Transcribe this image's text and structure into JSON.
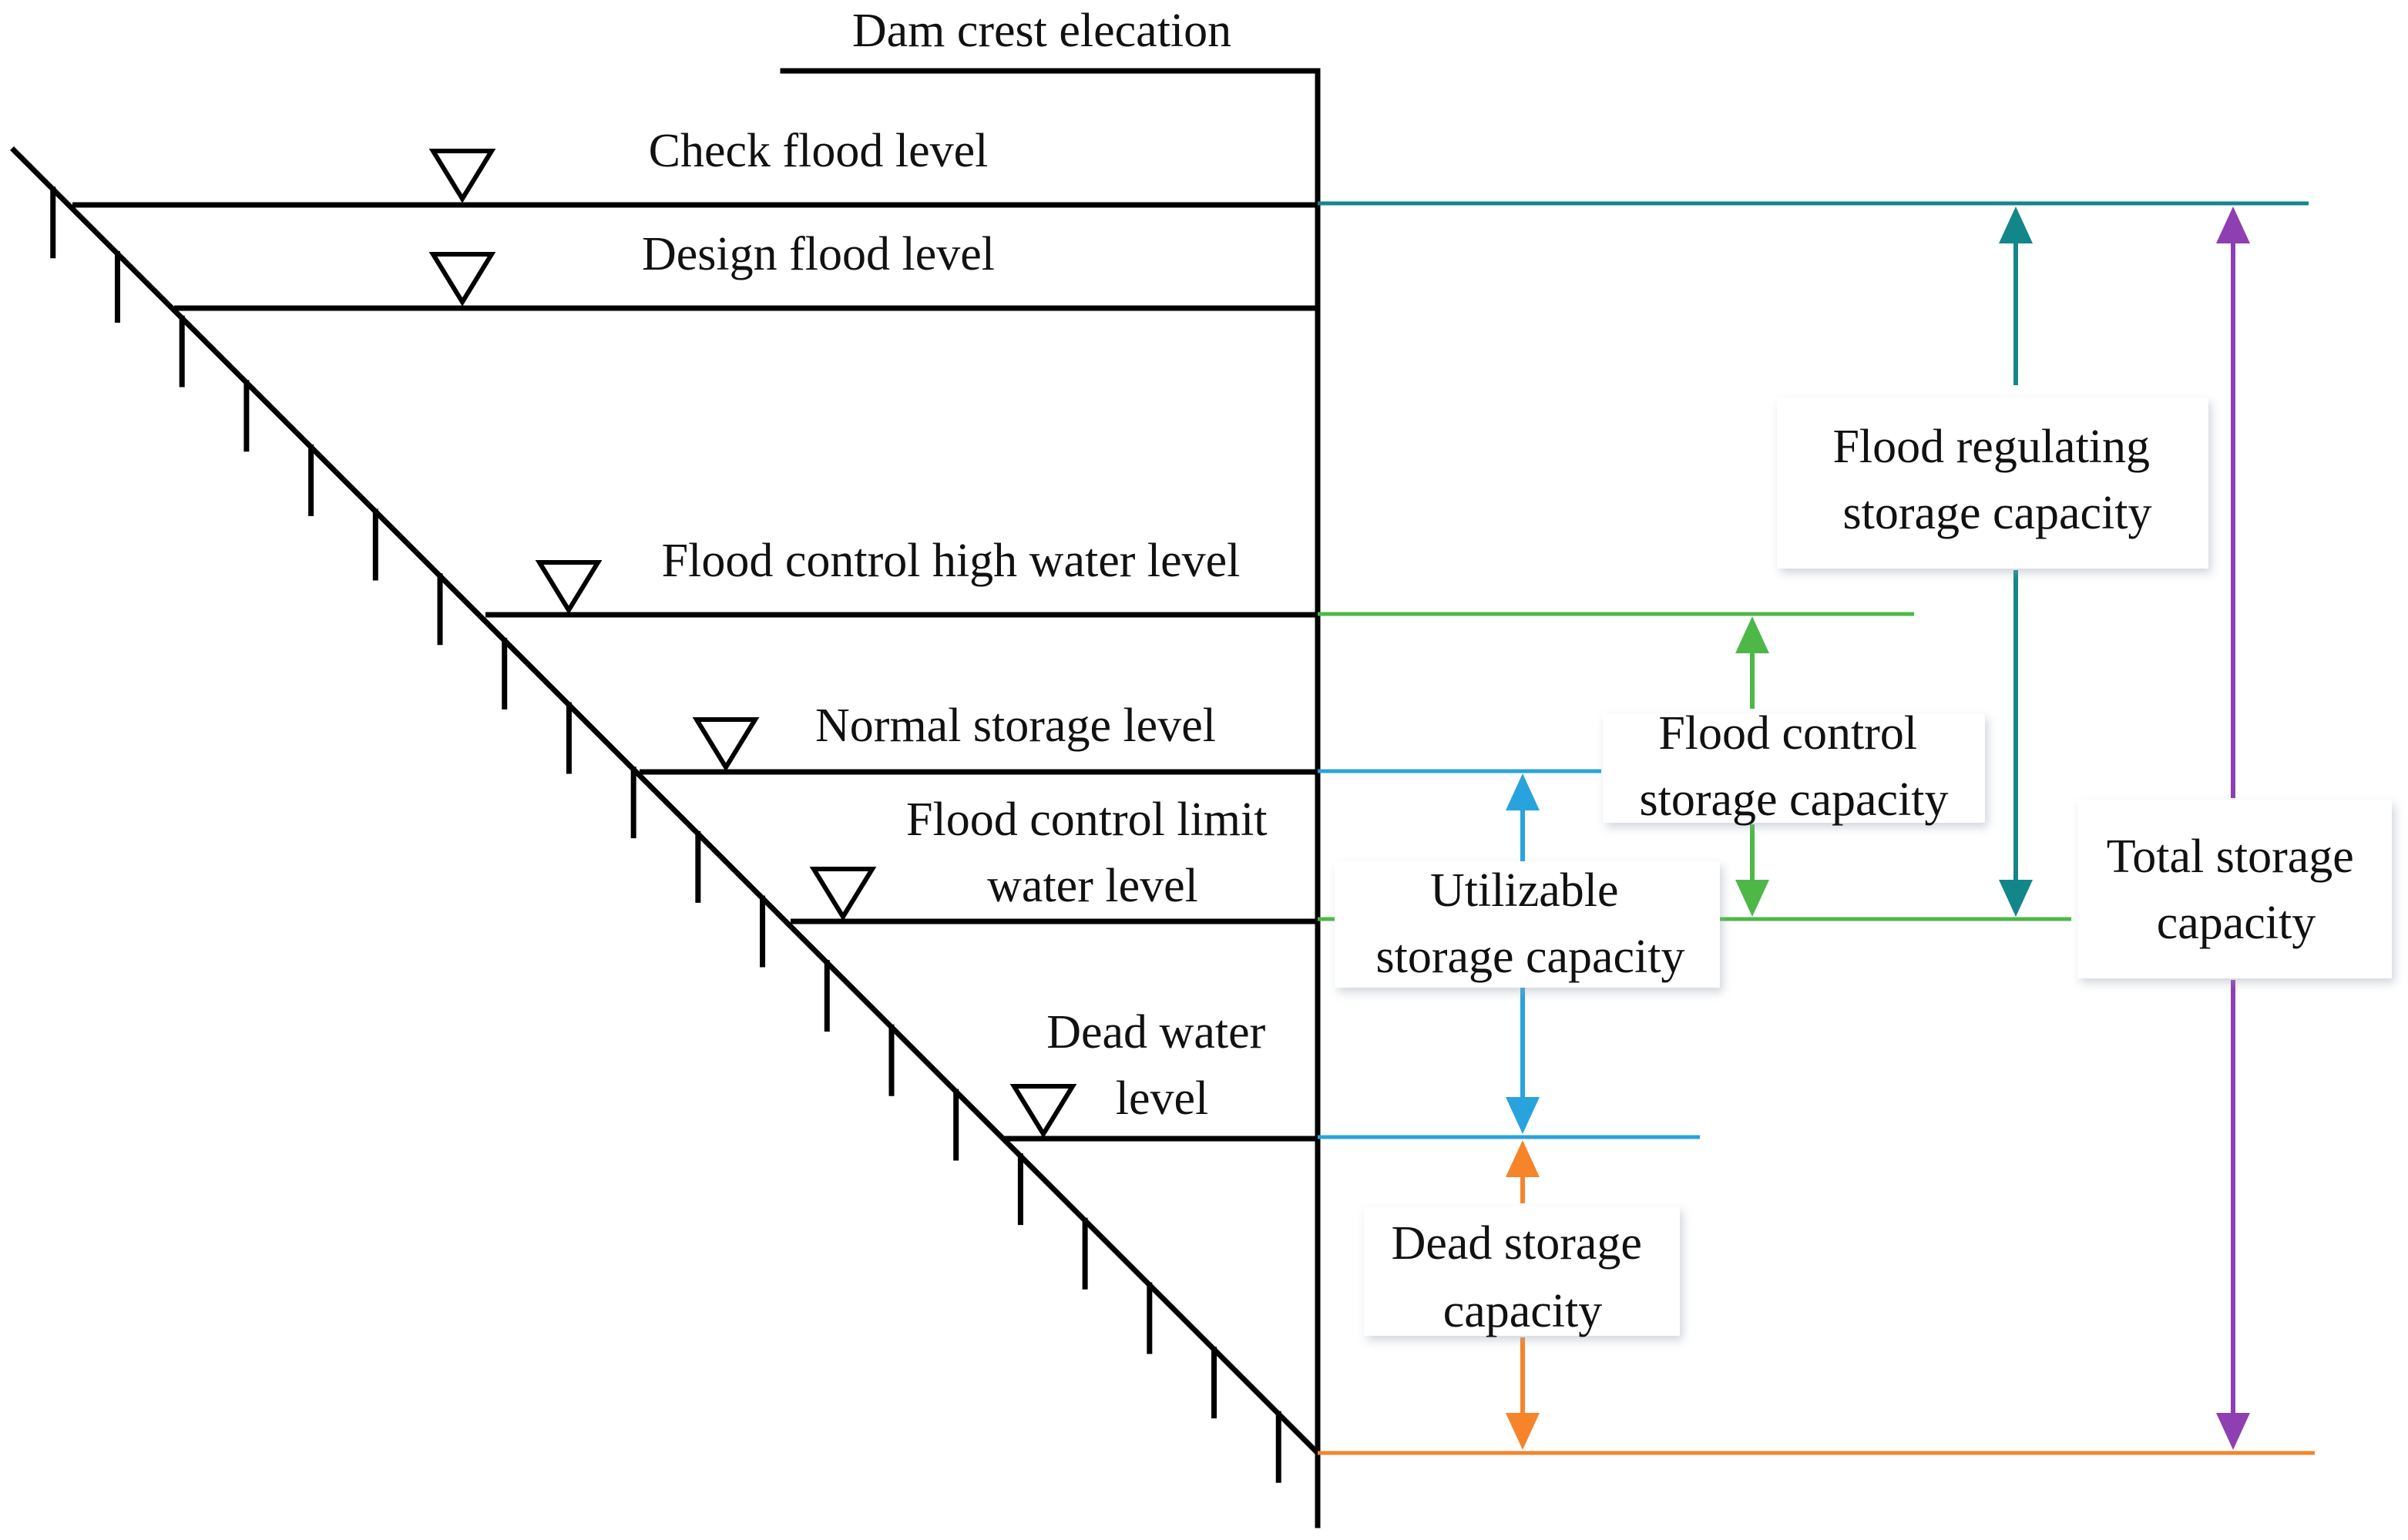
{
  "levels": {
    "dam_crest": "Dam crest elecation",
    "check_flood": "Check flood level",
    "design_flood": "Design flood level",
    "flood_control_high": "Flood control high water level",
    "normal_storage": "Normal storage level",
    "flood_control_limit": [
      "Flood control limit",
      "water level"
    ],
    "dead_water": [
      "Dead water",
      "level"
    ]
  },
  "capacities": {
    "flood_regulating": [
      "Flood regulating",
      "storage capacity"
    ],
    "flood_control": [
      "Flood control",
      "storage capacity"
    ],
    "utilizable": [
      "Utilizable",
      "storage capacity"
    ],
    "dead": [
      "Dead storage",
      "capacity"
    ],
    "total": [
      "Total storage",
      "capacity"
    ]
  },
  "colors": {
    "structure": "#000000",
    "flood_regulating": "#13868a",
    "flood_control": "#4db848",
    "utilizable": "#29a3dd",
    "dead": "#f5842b",
    "total": "#8e3fb1"
  }
}
